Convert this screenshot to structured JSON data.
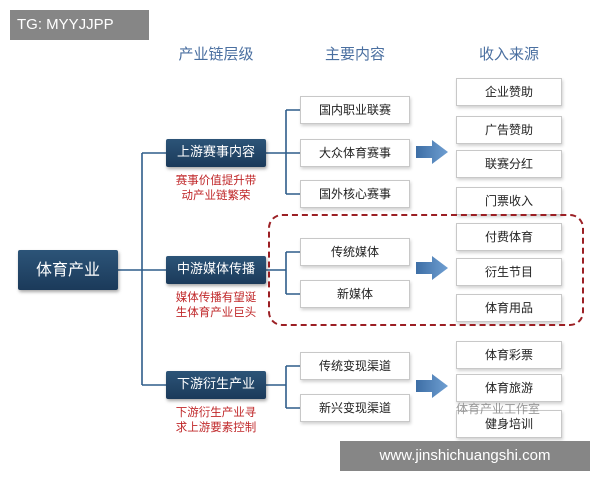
{
  "tag": "TG: MYYJJPP",
  "headers": {
    "level": "产业链层级",
    "content": "主要内容",
    "revenue": "收入来源"
  },
  "root": "体育产业",
  "branches": [
    {
      "label": "上游赛事内容",
      "note_lines": [
        "赛事价值提升带",
        "动产业链繁荣"
      ],
      "items": [
        "国内职业联赛",
        "大众体育赛事",
        "国外核心赛事"
      ]
    },
    {
      "label": "中游媒体传播",
      "note_lines": [
        "媒体传播有望诞",
        "生体育产业巨头"
      ],
      "items": [
        "传统媒体",
        "新媒体"
      ]
    },
    {
      "label": "下游衍生产业",
      "note_lines": [
        "下游衍生产业寻",
        "求上游要素控制"
      ],
      "items": [
        "传统变现渠道",
        "新兴变现渠道"
      ]
    }
  ],
  "revenue_groups": [
    [
      "企业赞助",
      "广告赞助",
      "联赛分红",
      "门票收入"
    ],
    [
      "付费体育",
      "衍生节目",
      "体育用品"
    ],
    [
      "体育彩票",
      "体育旅游",
      "健身培训"
    ]
  ],
  "watermark_text": "体育产业工作室",
  "site": "www.jinshichuangshi.com",
  "colors": {
    "navy": "#1f4060",
    "header_blue": "#4a6fa0",
    "note_red": "#c0282a",
    "dashed_red": "#9b1f24",
    "arrow_blue": "#4f7fb5",
    "line_blue": "#2f5d8a",
    "overlay_gray": "#868686"
  }
}
